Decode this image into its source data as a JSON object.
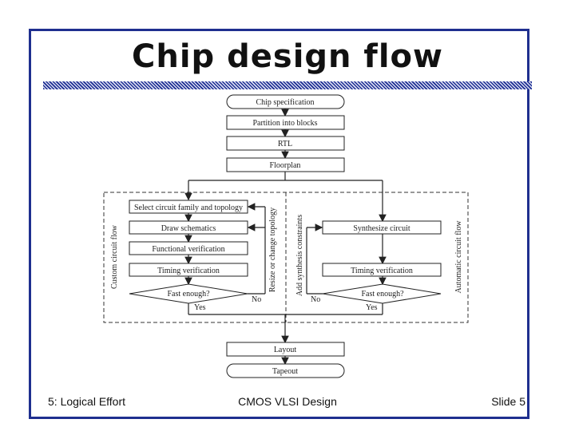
{
  "slide": {
    "title": "Chip design flow",
    "footer_left": "5: Logical Effort",
    "footer_center": "CMOS VLSI Design",
    "footer_right": "Slide 5"
  },
  "flow": {
    "spec": "Chip specification",
    "partition": "Partition into blocks",
    "rtl": "RTL",
    "floorplan": "Floorplan",
    "select": "Select circuit family and topology",
    "draw": "Draw schematics",
    "func": "Functional verification",
    "timing_left": "Timing verification",
    "fast_left": "Fast enough?",
    "yes_left": "Yes",
    "no_left": "No",
    "synth": "Synthesize circuit",
    "timing_right": "Timing verification",
    "fast_right": "Fast enough?",
    "yes_right": "Yes",
    "no_right": "No",
    "custom_label": "Custom circuit flow",
    "resize_label": "Resize or change topology",
    "constraints_label": "Add synthesis constraints",
    "auto_label": "Automatic circuit flow",
    "layout": "Layout",
    "tapeout": "Tapeout"
  }
}
